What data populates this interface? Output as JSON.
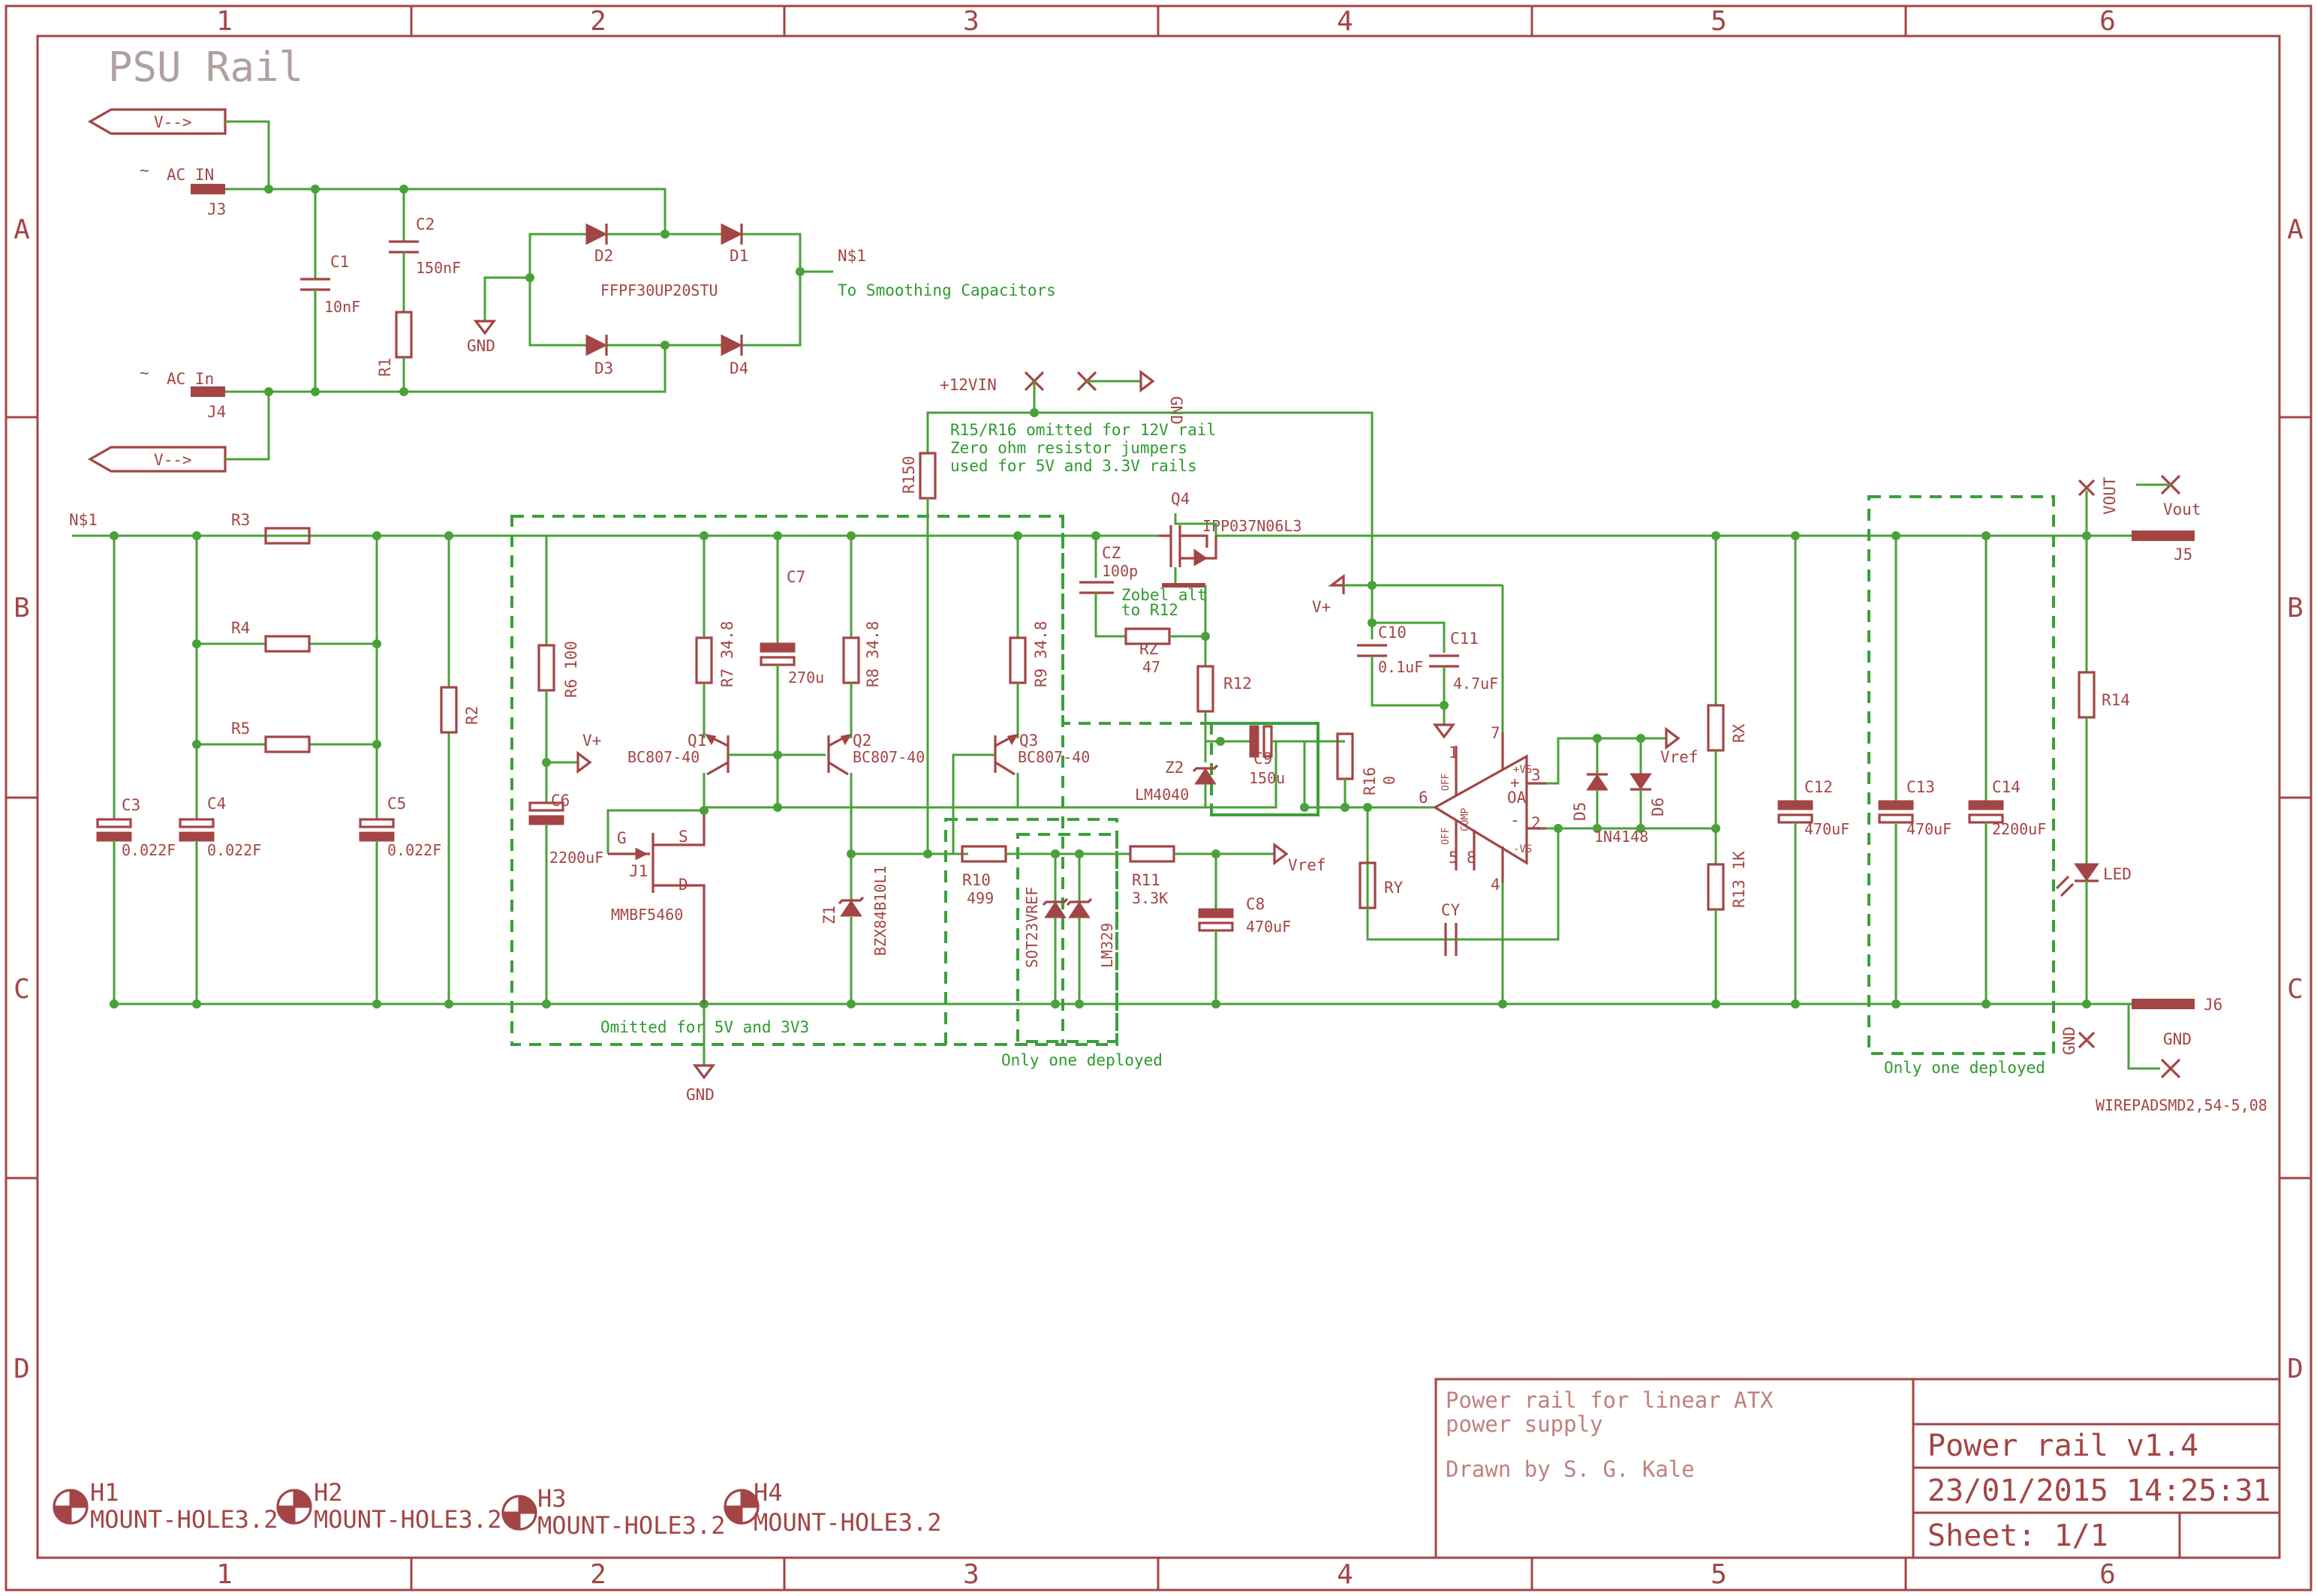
{
  "title": "PSU Rail",
  "columns": [
    "1",
    "2",
    "3",
    "4",
    "5",
    "6"
  ],
  "rows": [
    "A",
    "B",
    "C",
    "D"
  ],
  "title_block": {
    "description_line1": "Power rail for linear ATX",
    "description_line2": "power supply",
    "drawn_by": "Drawn by S. G. Kale",
    "name": "Power rail v1.4",
    "date": "23/01/2015 14:25:31",
    "sheet": "Sheet: 1/1"
  },
  "ports": {
    "v_top": "V-->",
    "v_bottom": "V-->"
  },
  "connectors": {
    "j3_pin": "AC IN",
    "j3_tilde": "~",
    "j3": "J3",
    "j4_pin": "AC In",
    "j4_tilde": "~",
    "j4": "J4",
    "j5_pin": "Vout",
    "j5": "J5",
    "vout_net": "VOUT",
    "j6": "J6",
    "j6_gnd": "GND",
    "gnd_net": "GND",
    "wirepad": "WIREPADSMD2,54-5,08"
  },
  "rectifier": {
    "d1": "D1",
    "d2": "D2",
    "d3": "D3",
    "d4": "D4",
    "part": "FFPF30UP20STU",
    "gnd": "GND",
    "net": "N$1",
    "note": "To Smoothing Capacitors"
  },
  "input_filter": {
    "c1": "C1",
    "c1_val": "10nF",
    "c2": "C2",
    "c2_val": "150nF",
    "r1": "R1"
  },
  "supply_top": {
    "plus12": "+12VIN",
    "gnd": "GND",
    "r150": "R150"
  },
  "notes": {
    "r15": [
      "R15/R16 omitted for 12V rail",
      "Zero ohm resistor jumpers",
      "used for 5V and 3.3V rails"
    ],
    "zobel": [
      "Zobel alt",
      "to R12"
    ],
    "omitted": "Omitted for 5V and 3V3",
    "only_one_a": "Only one deployed",
    "only_one_b": "Only one deployed"
  },
  "left": {
    "net": "N$1",
    "r3": "R3",
    "r4": "R4",
    "r5": "R5",
    "r2": "R2",
    "c3": "C3",
    "c3_val": "0.022F",
    "c4": "C4",
    "c4_val": "0.022F",
    "c5": "C5",
    "c5_val": "0.022F"
  },
  "regulator": {
    "r6": "R6 100",
    "vplus": "V+",
    "c6": "C6",
    "c6_val": "2200uF",
    "j1": "J1",
    "j1_part": "MMBF5460",
    "g": "G",
    "s": "S",
    "d": "D",
    "gnd": "GND",
    "r7": "R7 34.8",
    "r8": "R8 34.8",
    "r9": "R9 34.8",
    "c7": "C7",
    "c7_val": "270u",
    "q1": "Q1",
    "q1_part": "BC807-40",
    "q2": "Q2",
    "q2_part": "BC807-40",
    "q3": "Q3",
    "q3_part": "BC807-40",
    "z1": "Z1",
    "z1_part": "BZX84B10L1",
    "r10": "R10",
    "r10_val": "499",
    "r11": "R11",
    "r11_val": "3.3K",
    "ref_a": "SOT23VREF",
    "ref_b": "LM329",
    "vref": "Vref",
    "c8": "C8",
    "c8_val": "470uF"
  },
  "output": {
    "q4": "Q4",
    "q4_part": "IPP037N06L3",
    "cz": "CZ",
    "cz_val": "100p",
    "rz": "RZ",
    "rz_val": "47",
    "r12": "R12",
    "z2": "Z2",
    "z2_part": "LM4040",
    "c9": "C9",
    "c9_val": "150u",
    "r16": "R16",
    "r16_val": "0",
    "vplus": "V+",
    "c10": "C10",
    "c10_val": "0.1uF",
    "c11": "C11",
    "c11_val": "4.7uF",
    "oa": "OA",
    "pin6": "6",
    "pin7": "7",
    "pin4": "4",
    "pin3": "3",
    "pin2": "2",
    "pin1": "1",
    "pin5": "5",
    "pin8": "8",
    "plus": "+",
    "minus": "-",
    "vs_p": "+VS",
    "vs_m": "-VS",
    "off1": "OFF",
    "off2": "OFF",
    "comp": "COMP",
    "ry": "RY",
    "cy": "CY",
    "d5": "D5",
    "d6": "D6",
    "diode_part": "1N4148",
    "vref": "Vref",
    "rx": "RX",
    "r13": "R13 1K",
    "c12": "C12",
    "c12_val": "470uF",
    "c13": "C13",
    "c13_val": "470uF",
    "c14": "C14",
    "c14_val": "2200uF",
    "r14": "R14",
    "led": "LED"
  },
  "mounts": [
    {
      "name": "H1",
      "part": "MOUNT-HOLE3.2"
    },
    {
      "name": "H2",
      "part": "MOUNT-HOLE3.2"
    },
    {
      "name": "H3",
      "part": "MOUNT-HOLE3.2"
    },
    {
      "name": "H4",
      "part": "MOUNT-HOLE3.2"
    }
  ],
  "colors": {
    "frame": "#a34545",
    "wire": "#4aa03a",
    "note": "#2d9a2d"
  }
}
